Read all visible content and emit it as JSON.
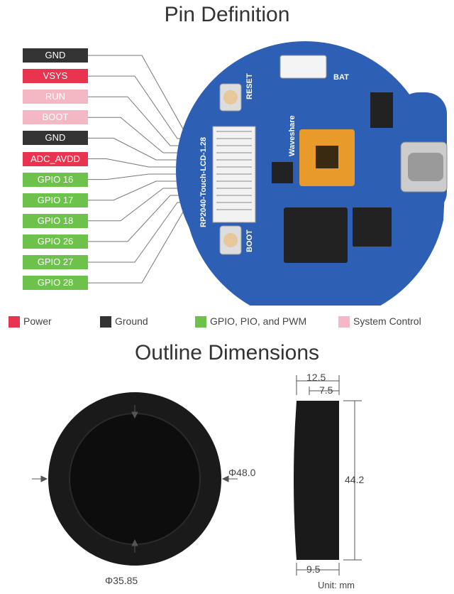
{
  "titles": {
    "pin_definition": "Pin Definition",
    "outline_dimensions": "Outline Dimensions"
  },
  "pins": [
    {
      "label": "GND",
      "type": "ground"
    },
    {
      "label": "VSYS",
      "type": "power"
    },
    {
      "label": "RUN",
      "type": "system"
    },
    {
      "label": "BOOT",
      "type": "system"
    },
    {
      "label": "GND",
      "type": "ground"
    },
    {
      "label": "ADC_AVDD",
      "type": "power"
    },
    {
      "label": "GPIO 16",
      "type": "gpio"
    },
    {
      "label": "GPIO 17",
      "type": "gpio"
    },
    {
      "label": "GPIO 18",
      "type": "gpio"
    },
    {
      "label": "GPIO 26",
      "type": "gpio"
    },
    {
      "label": "GPIO 27",
      "type": "gpio"
    },
    {
      "label": "GPIO 28",
      "type": "gpio"
    }
  ],
  "colors": {
    "power": "#e8344e",
    "ground": "#333333",
    "gpio": "#6cc24a",
    "system": "#f4b8c4",
    "pcb": "#2a5db0"
  },
  "legend": {
    "power": "Power",
    "ground": "Ground",
    "gpio": "GPIO, PIO, and PWM",
    "system": "System Control"
  },
  "board_labels": {
    "reset": "RESET",
    "boot": "BOOT",
    "bat": "BAT",
    "model": "RP2040-Touch-LCD-1.28",
    "brand": "Waveshare"
  },
  "dimensions": {
    "outer_diameter": "Φ48.0",
    "inner_diameter": "Φ35.85",
    "depth_total": "12.5",
    "depth_front": "7.5",
    "height": "44.2",
    "depth_back": "9.5",
    "unit": "Unit: mm"
  }
}
